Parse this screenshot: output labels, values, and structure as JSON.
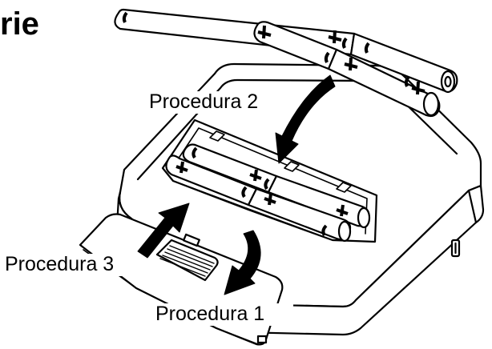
{
  "title_fragment": "rie",
  "labels": {
    "procedure_1": "Procedura 1",
    "procedure_2": "Procedura 2",
    "procedure_3": "Procedura 3"
  },
  "battery_symbol": "+",
  "colors": {
    "ink": "#000000",
    "paper": "#ffffff"
  }
}
